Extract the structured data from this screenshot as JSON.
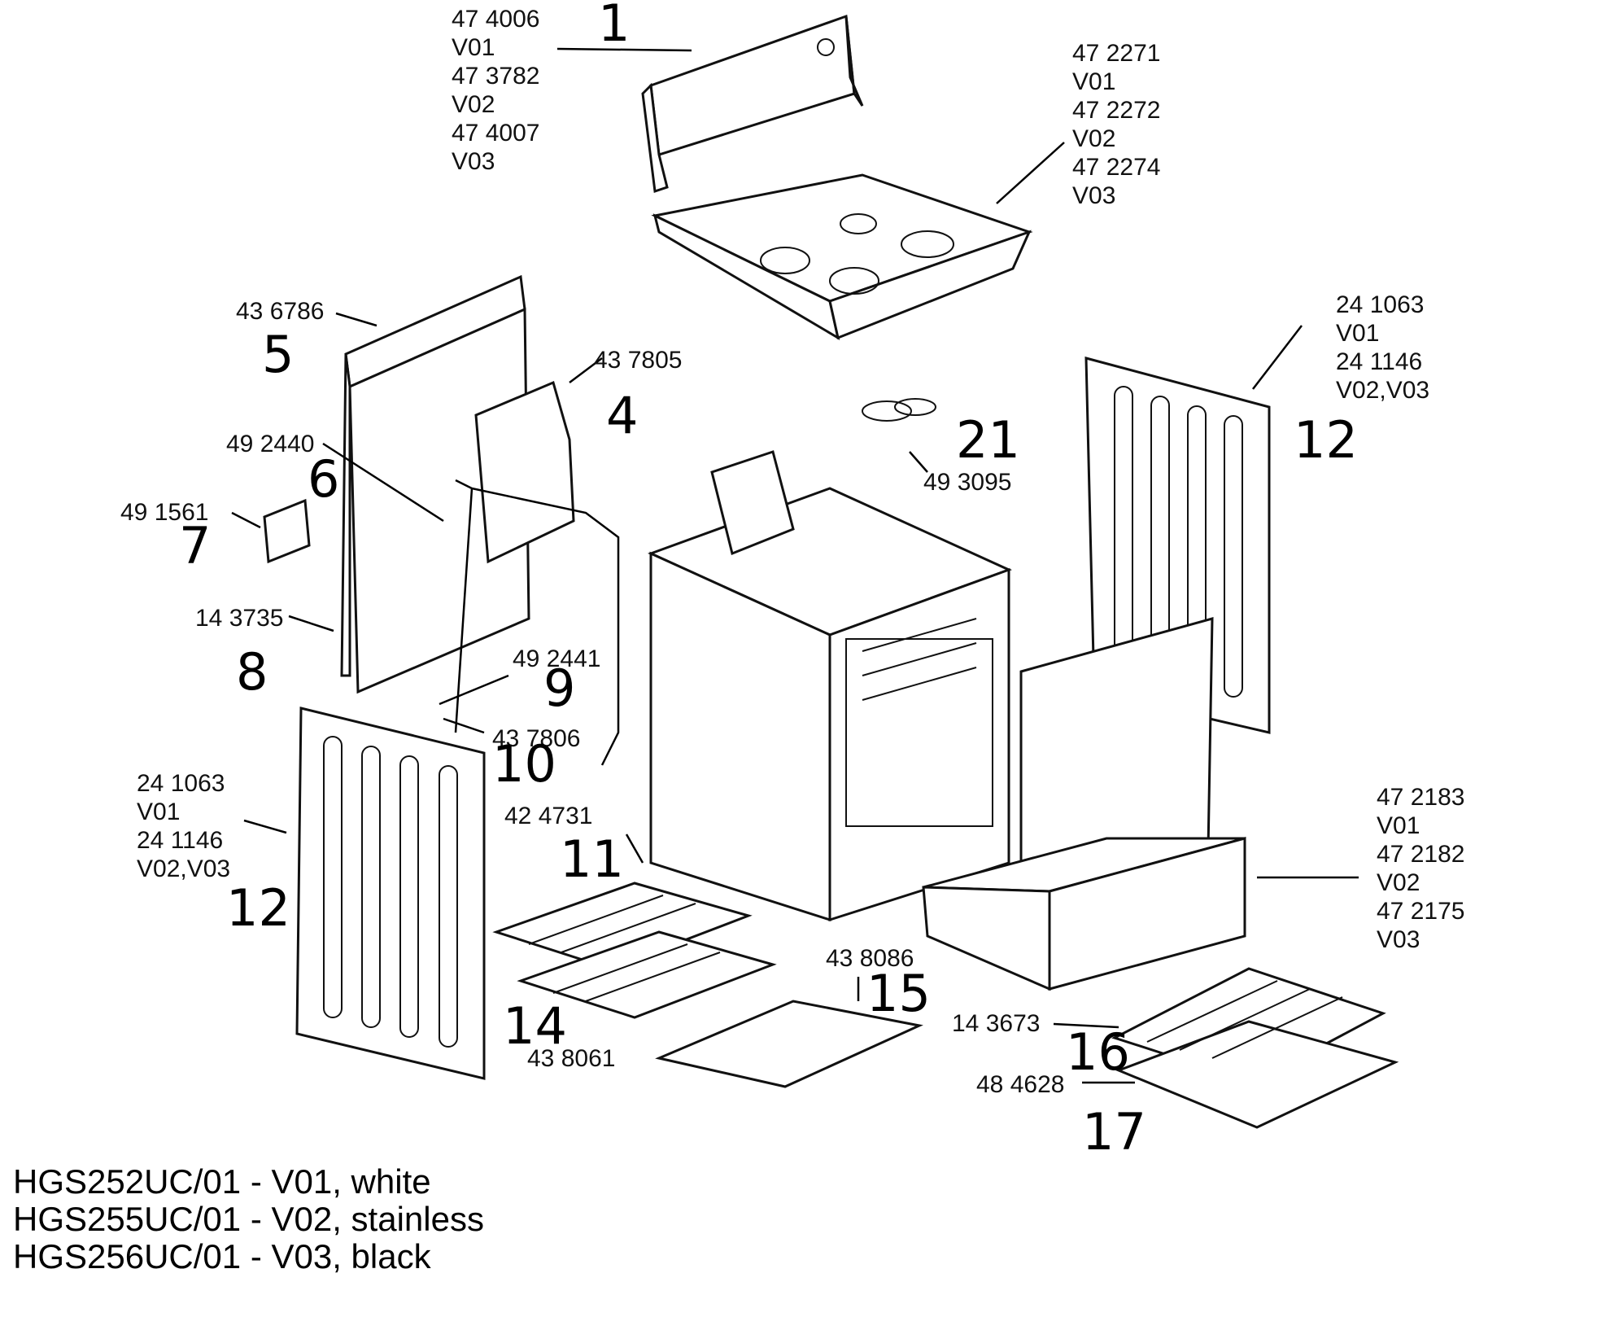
{
  "callouts": {
    "p1": {
      "number": "1",
      "codes": [
        "47 4006",
        "V01",
        "47 3782",
        "V02",
        "47 4007",
        "V03"
      ]
    },
    "top": {
      "codes": [
        "47 2271",
        "V01",
        "47 2272",
        "V02",
        "47 2274",
        "V03"
      ]
    },
    "p5": {
      "number": "5",
      "code": "43 6786"
    },
    "p4": {
      "number": "4",
      "code": "43 7805"
    },
    "p6": {
      "number": "6",
      "code": "49 2440"
    },
    "p7": {
      "number": "7",
      "code": "49 1561"
    },
    "p8": {
      "number": "8",
      "code": "14 3735"
    },
    "p9": {
      "number": "9",
      "code": "49 2441"
    },
    "p10": {
      "number": "10",
      "code": "43 7806"
    },
    "p11": {
      "number": "11",
      "code": "42 4731"
    },
    "p12_left": {
      "number": "12",
      "codes": [
        "24 1063",
        "V01",
        "24 1146",
        "V02,V03"
      ]
    },
    "p12_right": {
      "number": "12",
      "codes": [
        "24 1063",
        "V01",
        "24 1146",
        "V02,V03"
      ]
    },
    "p14": {
      "number": "14",
      "code": "43 8061"
    },
    "p15": {
      "number": "15",
      "code": "43 8086"
    },
    "p16": {
      "number": "16",
      "code": "14 3673"
    },
    "p17": {
      "number": "17",
      "code": "48 4628"
    },
    "p21": {
      "number": "21",
      "code": "49 3095"
    },
    "drawer": {
      "codes": [
        "47 2183",
        "V01",
        "47 2182",
        "V02",
        "47 2175",
        "V03"
      ]
    }
  },
  "models": [
    {
      "model": "HGS252UC/01",
      "variant": "- V01,",
      "color": "white"
    },
    {
      "model": "HGS255UC/01",
      "variant": "- V02,",
      "color": "stainless"
    },
    {
      "model": "HGS256UC/01",
      "variant": "- V03,",
      "color": "black"
    }
  ]
}
